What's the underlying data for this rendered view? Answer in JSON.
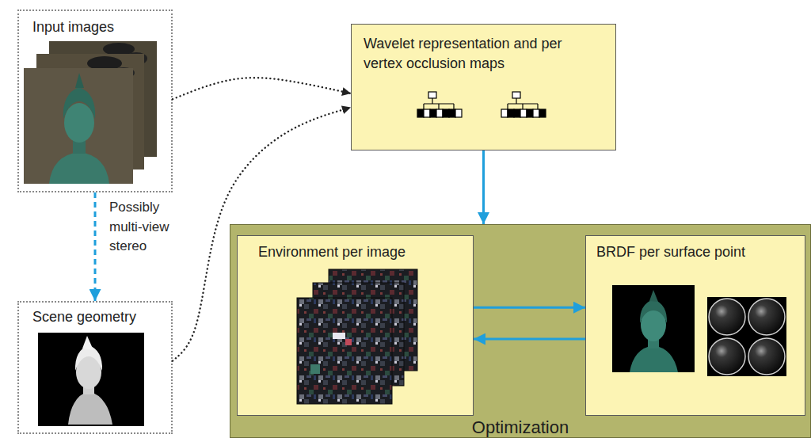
{
  "diagram": {
    "nodes": [
      {
        "text": [
          "Input images"
        ]
      },
      {
        "text": [
          "Wavelet representation and per vertex occlusion maps"
        ]
      },
      {
        "text": [
          "Scene geometry"
        ]
      },
      {
        "text": [
          "Optimization"
        ]
      },
      {
        "text": [
          "Environment per image"
        ],
        "in": 3
      },
      {
        "text": [
          "BRDF per surface point"
        ],
        "in": 3
      }
    ],
    "edges": [
      {
        "from": 0,
        "to": 1,
        "arrow": "to"
      },
      {
        "from": 2,
        "to": 1,
        "arrow": "to"
      },
      {
        "from": 0,
        "to": 2,
        "arrow": "to",
        "label": "Possibly multi-view stereo"
      },
      {
        "from": 1,
        "to": 3,
        "arrow": "to"
      },
      {
        "from": 4,
        "to": 5,
        "arrow": "to"
      },
      {
        "from": 5,
        "to": 4,
        "arrow": "to"
      }
    ]
  }
}
